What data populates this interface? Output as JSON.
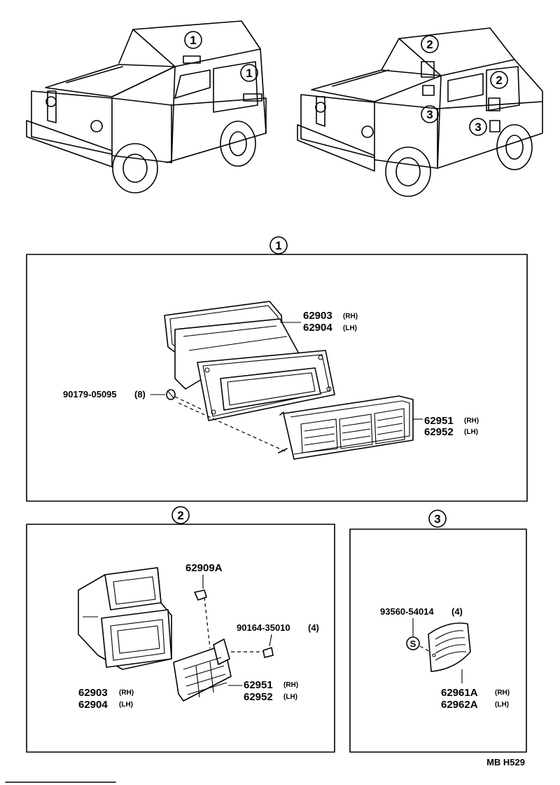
{
  "callouts": {
    "one": "1",
    "two": "2",
    "three": "3"
  },
  "section1": {
    "duct_part": "62903",
    "duct_part_rh_tag": "(RH)",
    "duct_part_lh": "62904",
    "duct_part_lh_tag": "(LH)",
    "clip_part": "90179-05095",
    "clip_qty": "(8)",
    "grille_part": "62951",
    "grille_part_rh_tag": "(RH)",
    "grille_part_lh": "62952",
    "grille_part_lh_tag": "(LH)"
  },
  "section2": {
    "damper_part": "62909A",
    "screw_part": "90164-35010",
    "screw_qty": "(4)",
    "duct_part": "62903",
    "duct_part_rh_tag": "(RH)",
    "duct_part_lh": "62904",
    "duct_part_lh_tag": "(LH)",
    "grille_part": "62951",
    "grille_part_rh_tag": "(RH)",
    "grille_part_lh": "62952",
    "grille_part_lh_tag": "(LH)"
  },
  "section3": {
    "screw_part": "93560-54014",
    "screw_qty": "(4)",
    "screw_symbol": "S",
    "louver_part": "62961A",
    "louver_part_rh_tag": "(RH)",
    "louver_part_lh": "62962A",
    "louver_part_lh_tag": "(LH)"
  },
  "footer": {
    "code": "MB  H529"
  }
}
